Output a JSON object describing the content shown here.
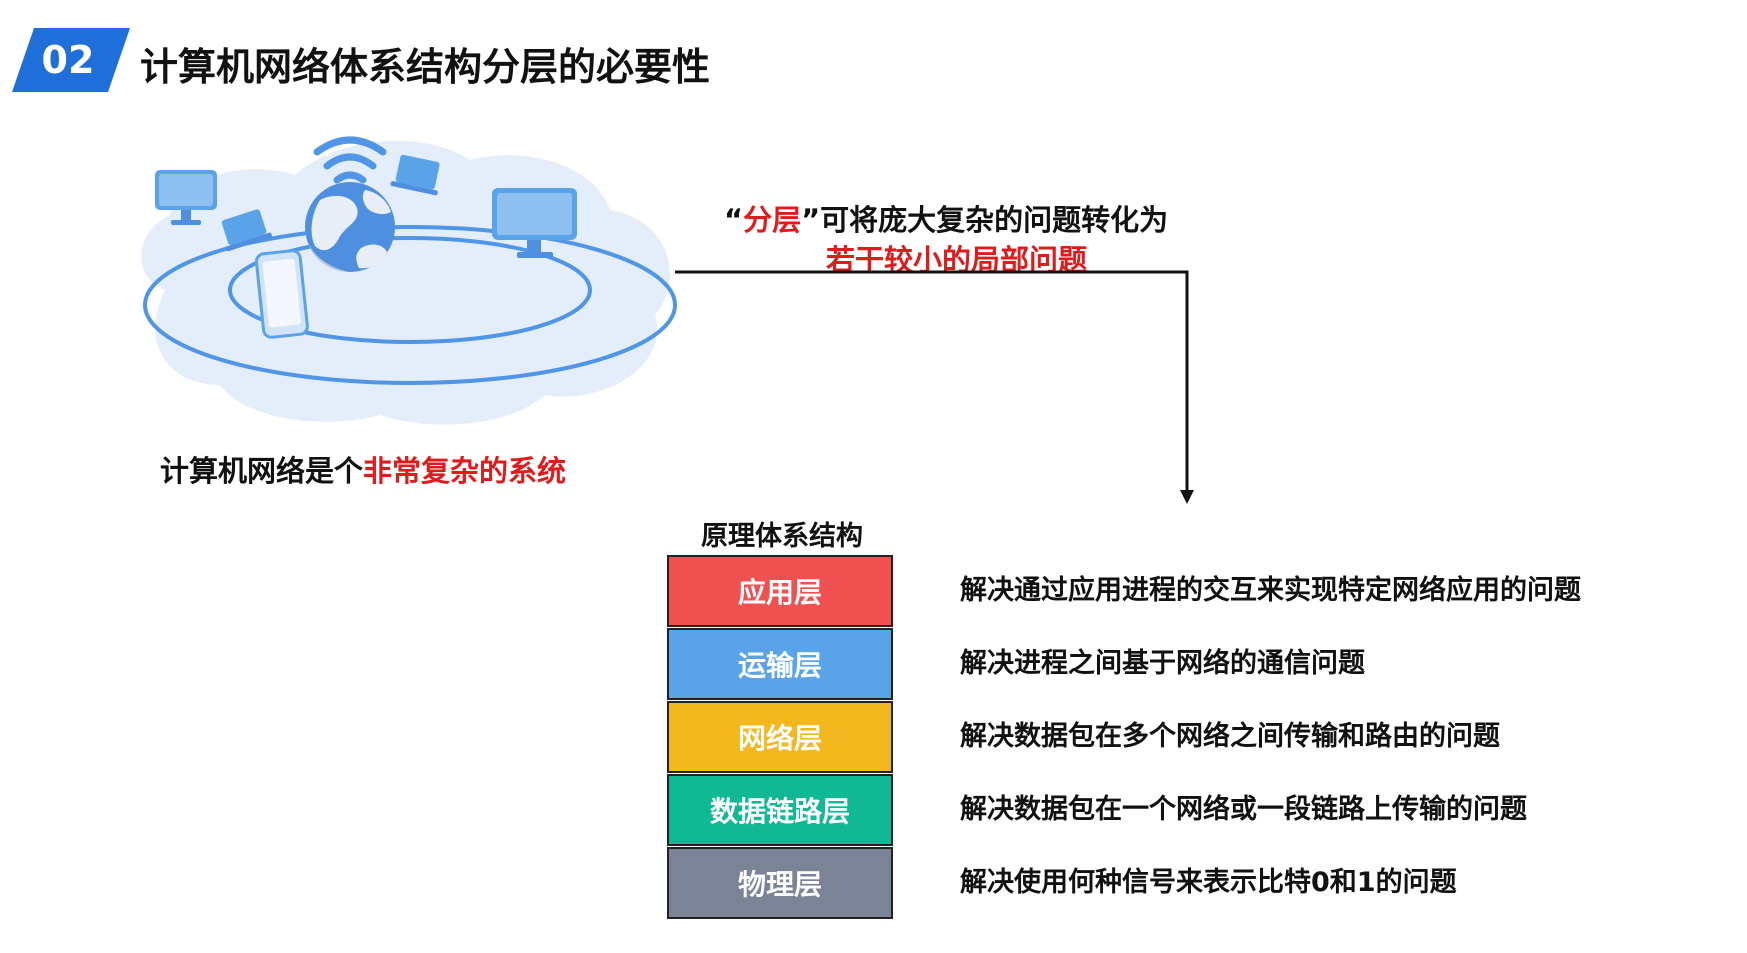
{
  "header": {
    "badge": "02",
    "title": "计算机网络体系结构分层的必要性"
  },
  "left_caption": {
    "prefix": "计算机网络是个",
    "highlight": "非常复杂的系统"
  },
  "callout": {
    "quote_open": "“",
    "highlight": "分层",
    "quote_close": "”",
    "text": "可将庞大复杂的问题转化为",
    "line2": "若干较小的局部问题"
  },
  "stack": {
    "title": "原理体系结构",
    "layers": [
      {
        "name": "应用层",
        "color": "#F15050",
        "description": "解决通过应用进程的交互来实现特定网络应用的问题"
      },
      {
        "name": "运输层",
        "color": "#5BA3E8",
        "description": "解决进程之间基于网络的通信问题"
      },
      {
        "name": "网络层",
        "color": "#F2B81E",
        "description": "解决数据包在多个网络之间传输和路由的问题"
      },
      {
        "name": "数据链路层",
        "color": "#10B894",
        "description": "解决数据包在一个网络或一段链路上传输的问题"
      },
      {
        "name": "物理层",
        "color": "#7A8496",
        "description": "解决使用何种信号来表示比特0和1的问题"
      }
    ]
  },
  "icons": {
    "globe": "globe-icon",
    "wifi": "wifi-icon",
    "monitor": "monitor-icon",
    "laptop": "laptop-icon",
    "phone": "phone-icon"
  }
}
